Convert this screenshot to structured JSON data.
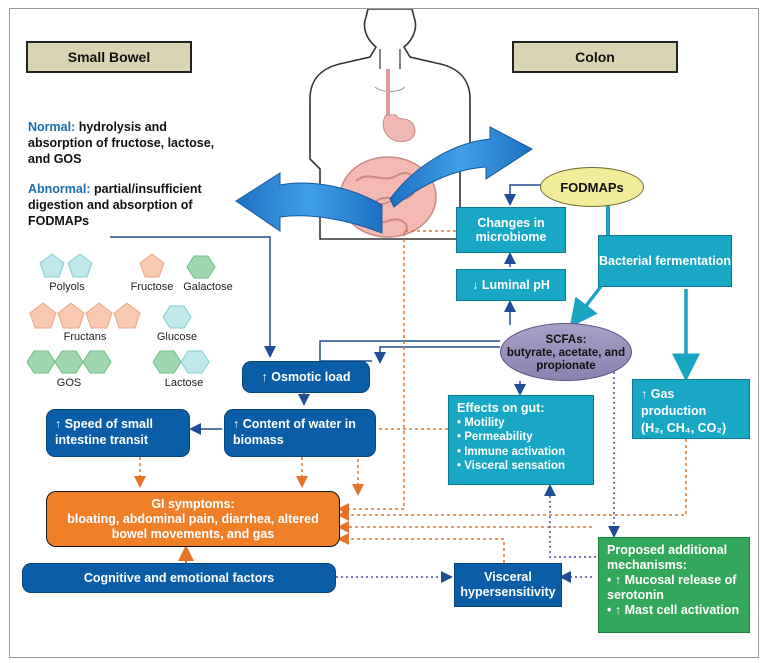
{
  "headers": {
    "small_bowel": "Small Bowel",
    "colon": "Colon"
  },
  "normal": {
    "label": "Normal:",
    "text": "hydrolysis and absorption of fructose, lactose, and GOS"
  },
  "abnormal": {
    "label": "Abnormal:",
    "text": "partial/insufficient digestion and absorption of FODMAPs"
  },
  "sugars": {
    "polyols": "Polyols",
    "fructose": "Fructose",
    "galactose": "Galactose",
    "fructans": "Fructans",
    "glucose": "Glucose",
    "gos": "GOS",
    "lactose": "Lactose"
  },
  "boxes": {
    "fodmaps": "FODMAPs",
    "changes_microbiome": "Changes in microbiome",
    "luminal_ph": "↓ Luminal pH",
    "bacterial_fermentation": "Bacterial fermentation",
    "scfas_title": "SCFAs:",
    "scfas_body": "butyrate, acetate, and propionate",
    "osmotic_load": "↑ Osmotic load",
    "speed_transit": "↑ Speed of small intestine transit",
    "content_water": "↑ Content of water in biomass",
    "effects_title": "Effects on gut:",
    "effects_items": [
      "• Motility",
      "• Permeability",
      "• Immune activation",
      "• Visceral sensation"
    ],
    "gas_production": "↑ Gas production",
    "gas_formula": "(H₂, CH₄, CO₂)",
    "gi_title": "GI symptoms:",
    "gi_body": "bloating, abdominal pain, diarrhea, altered bowel movements, and gas",
    "cognitive": "Cognitive and emotional factors",
    "visceral": "Visceral hypersensitivity",
    "proposed_title": "Proposed additional mechanisms:",
    "proposed_items": [
      "• ↑ Mucosal release of serotonin",
      "• ↑ Mast cell activation"
    ]
  },
  "colors": {
    "dark_blue": "#0a5ea8",
    "cyan": "#18a8c6",
    "green": "#33a85a",
    "orange": "#f07f2a",
    "yellow": "#f1ec9a",
    "header_bg": "#d9d5b2"
  }
}
